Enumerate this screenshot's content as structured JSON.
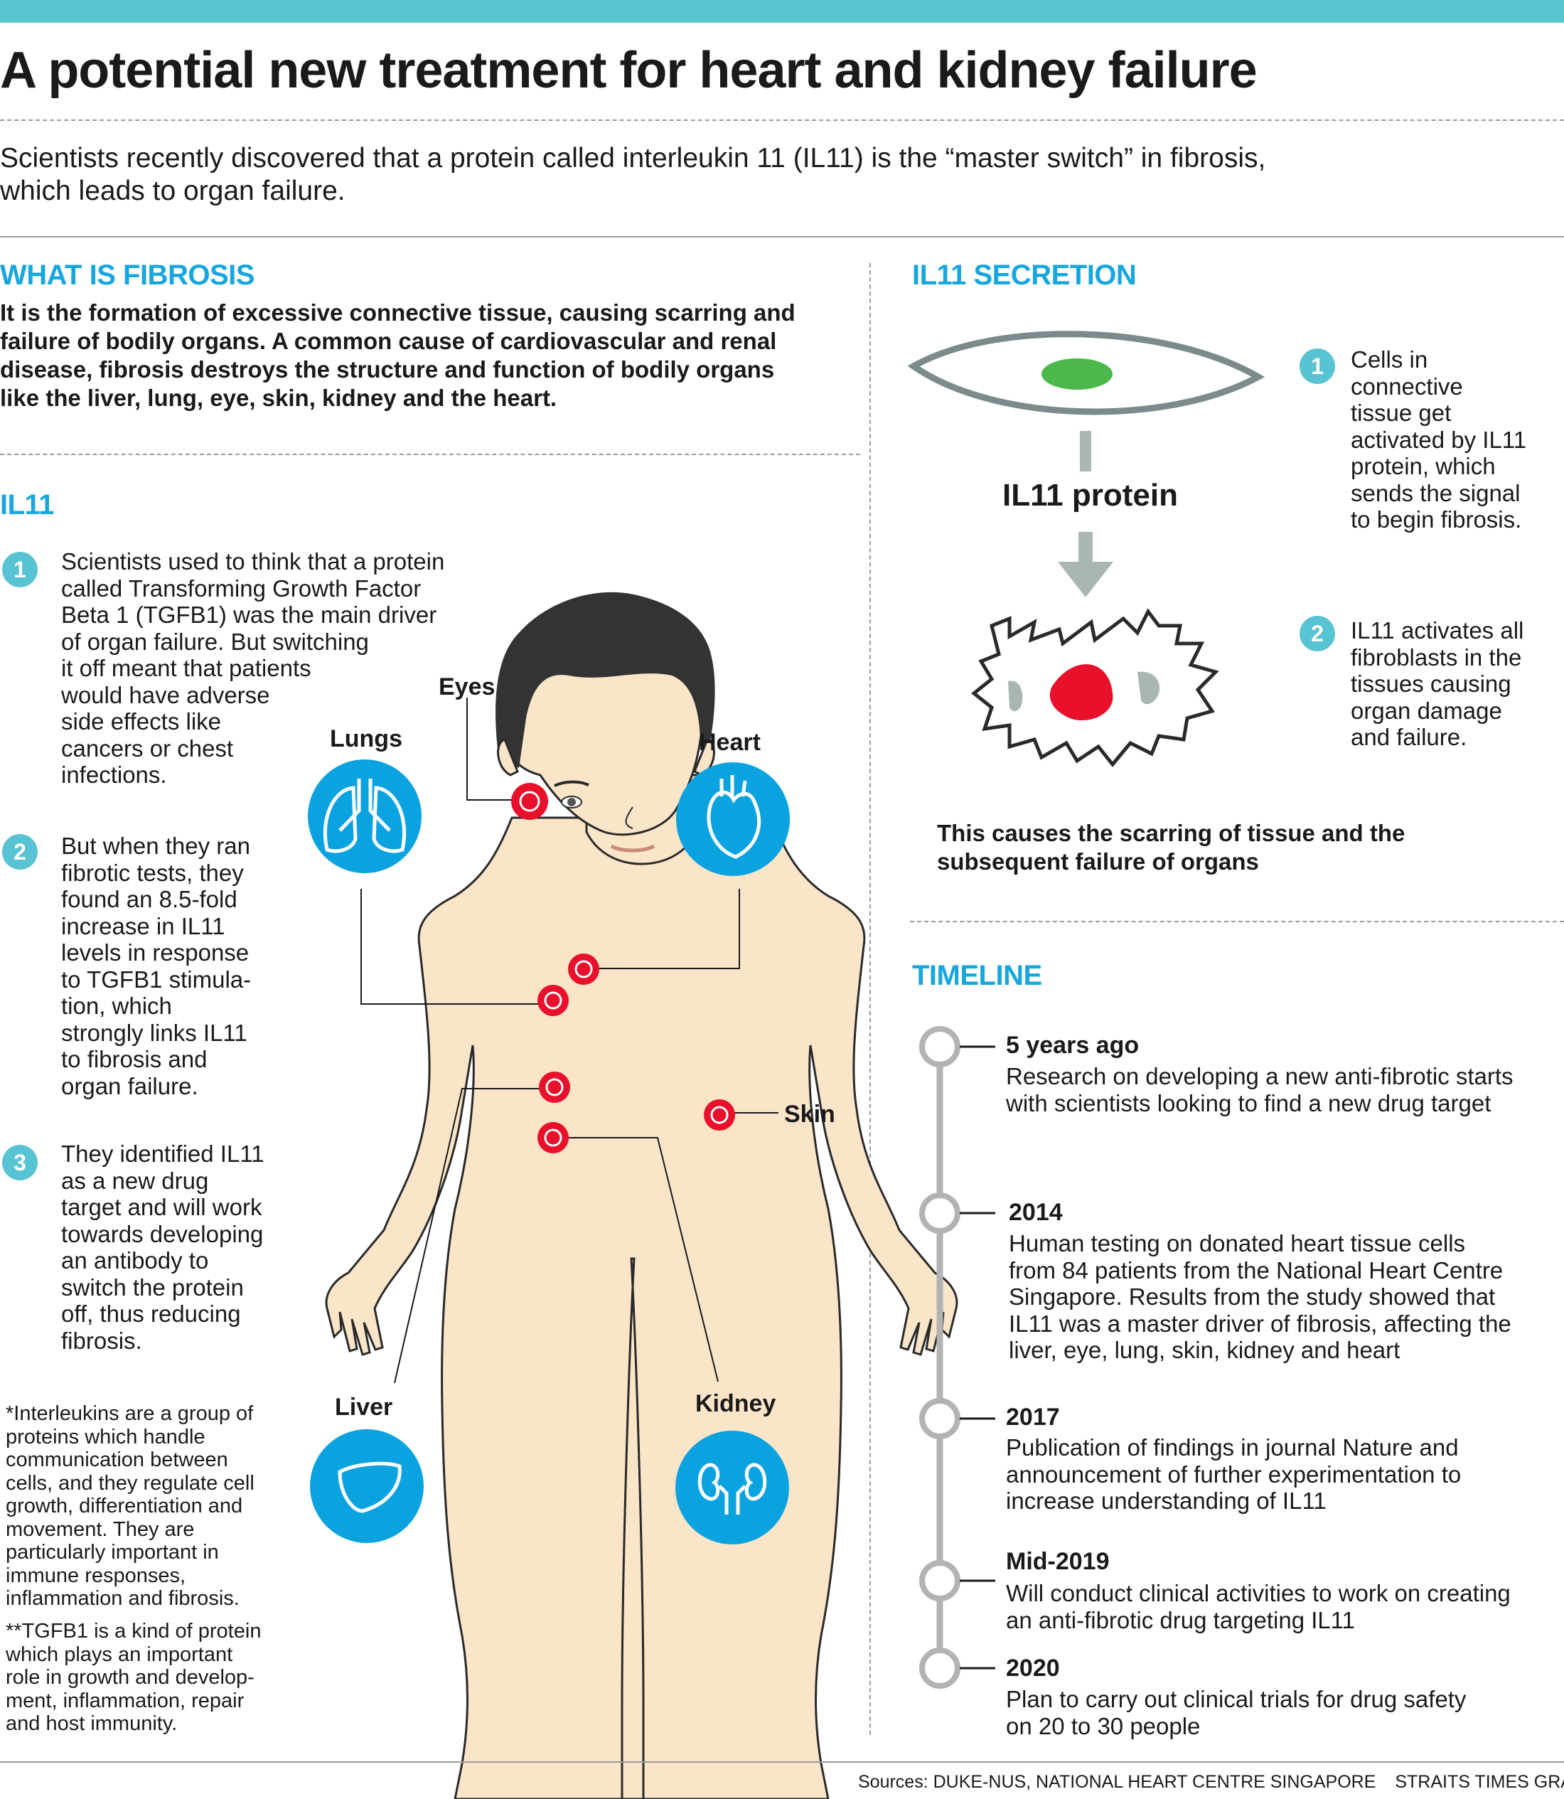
{
  "title": "A potential new treatment for heart and kidney failure",
  "intro": "Scientists recently discovered that a protein called interleukin 11 (IL11) is the “master switch” in fibrosis, which leads to organ failure.",
  "colors": {
    "accent": "#17a6dd",
    "teal": "#58c3d2",
    "skin": "#fae5c8",
    "marker": "#e8102b",
    "timeline": "#b3b3b3"
  },
  "fibrosis": {
    "heading": "WHAT IS FIBROSIS",
    "text": "It is the formation of excessive connective tissue, causing scarring and failure of bodily organs. A common cause of cardiovascular and renal disease, fibrosis destroys the structure and function of bodily organs like the liver, lung, eye, skin, kidney and the heart."
  },
  "il11": {
    "heading": "IL11",
    "points": [
      {
        "num": "1",
        "text": "Scientists used to think that a protein\ncalled Transforming Growth Factor\nBeta 1 (TGFB1) was the main driver\nof organ failure. But switching\nit off meant that patients\nwould have adverse\nside effects like\ncancers or chest\ninfections."
      },
      {
        "num": "2",
        "text": "But when they ran\nfibrotic tests, they\nfound an 8.5-fold\nincrease in IL11\nlevels in response\nto TGFB1 stimula-\ntion, which\nstrongly links IL11\nto fibrosis and\norgan failure."
      },
      {
        "num": "3",
        "text": "They identified IL11\nas a new drug\ntarget and will work\ntowards developing\nan antibody to\nswitch the protein\noff, thus reducing\nfibrosis."
      }
    ],
    "notes": [
      "*Interleukins are a group of\nproteins which handle\ncommunication between\ncells, and they regulate cell\ngrowth, differentiation and\nmovement. They are\nparticularly important in\nimmune responses,\ninflammation and fibrosis.",
      "**TGFB1 is a kind of protein\nwhich plays an important\nrole in growth and develop-\nment, inflammation, repair\nand host immunity."
    ]
  },
  "organs": {
    "eyes": "Eyes",
    "lungs": "Lungs",
    "heart": "Heart",
    "skin": "Skin",
    "liver": "Liver",
    "kidney": "Kidney"
  },
  "secretion": {
    "heading": "IL11 SECRETION",
    "protein_label": "IL11 protein",
    "steps": [
      {
        "num": "1",
        "text": "Cells in\nconnective\ntissue get\nactivated by IL11\nprotein, which\nsends the signal\nto begin fibrosis."
      },
      {
        "num": "2",
        "text": "IL11 activates all\nfibroblasts in the\ntissues causing\norgan damage\nand failure."
      }
    ],
    "conclusion": "This causes the scarring of tissue and the\nsubsequent failure of organs"
  },
  "timeline": {
    "heading": "TIMELINE",
    "events": [
      {
        "year": "5 years ago",
        "text": "Research on developing a new anti-fibrotic starts\nwith scientists looking to find a new drug target"
      },
      {
        "year": "2014",
        "text": "Human testing on donated heart tissue cells\nfrom 84 patients from the National Heart Centre\nSingapore. Results from the study showed that\nIL11 was a master driver of fibrosis, affecting the\nliver, eye, lung, skin, kidney and heart"
      },
      {
        "year": "2017",
        "text": "Publication of findings in journal Nature and\nannouncement of further experimentation to\nincrease understanding of IL11"
      },
      {
        "year": "Mid-2019",
        "text": "Will conduct clinical activities to work on creating\nan anti-fibrotic drug targeting IL11"
      },
      {
        "year": "2020",
        "text": "Plan to carry out clinical trials for drug safety\non 20 to 30 people"
      }
    ]
  },
  "footer": {
    "sources": "Sources: DUKE-NUS, NATIONAL HEART CENTRE SINGAPORE",
    "credit": "STRAITS TIMES GRAPHICS"
  }
}
